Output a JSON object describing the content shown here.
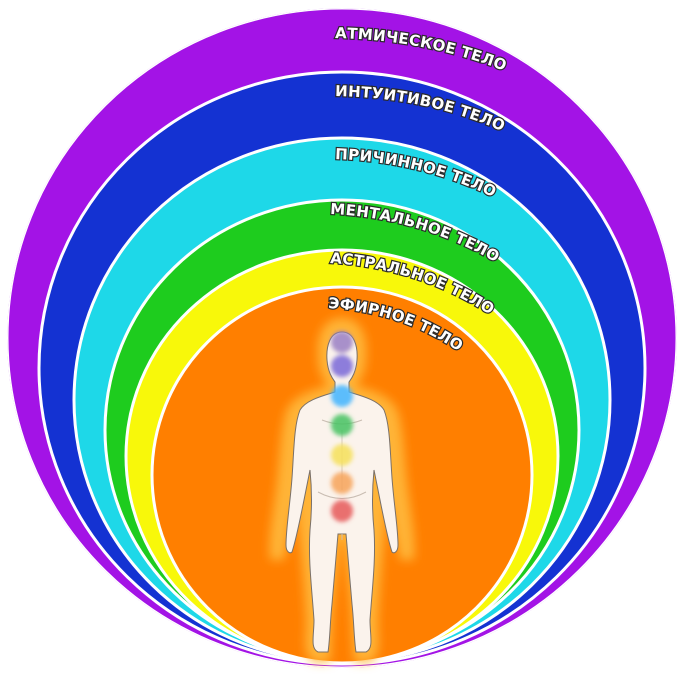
{
  "layers": [
    {
      "label": "АТМИЧЕСКОЕ ТЕЛО",
      "color": "#a313e6"
    },
    {
      "label": "ИНТУИТИВОЕ ТЕЛО",
      "color": "#1432d2"
    },
    {
      "label": "ПРИЧИННОЕ ТЕЛО",
      "color": "#1ed8e8"
    },
    {
      "label": "МЕНТАЛЬНОЕ ТЕЛО",
      "color": "#1ecc1e"
    },
    {
      "label": "АСТРАЛЬНОЕ ТЕЛО",
      "color": "#f8f80a"
    },
    {
      "label": "ЭФИРНОЕ ТЕЛО",
      "color": "#ff7f00"
    }
  ],
  "chakras": [
    {
      "name": "crown",
      "color": "#9a7fc4"
    },
    {
      "name": "third-eye",
      "color": "#7a69d8"
    },
    {
      "name": "throat",
      "color": "#41b4ff"
    },
    {
      "name": "heart",
      "color": "#45c261"
    },
    {
      "name": "solar-plexus",
      "color": "#f6e05a"
    },
    {
      "name": "sacral",
      "color": "#f7a35a"
    },
    {
      "name": "root",
      "color": "#e65a5a"
    }
  ],
  "figure_glow_color": "#ffb638",
  "figure_skin_color": "#fbf3ec"
}
